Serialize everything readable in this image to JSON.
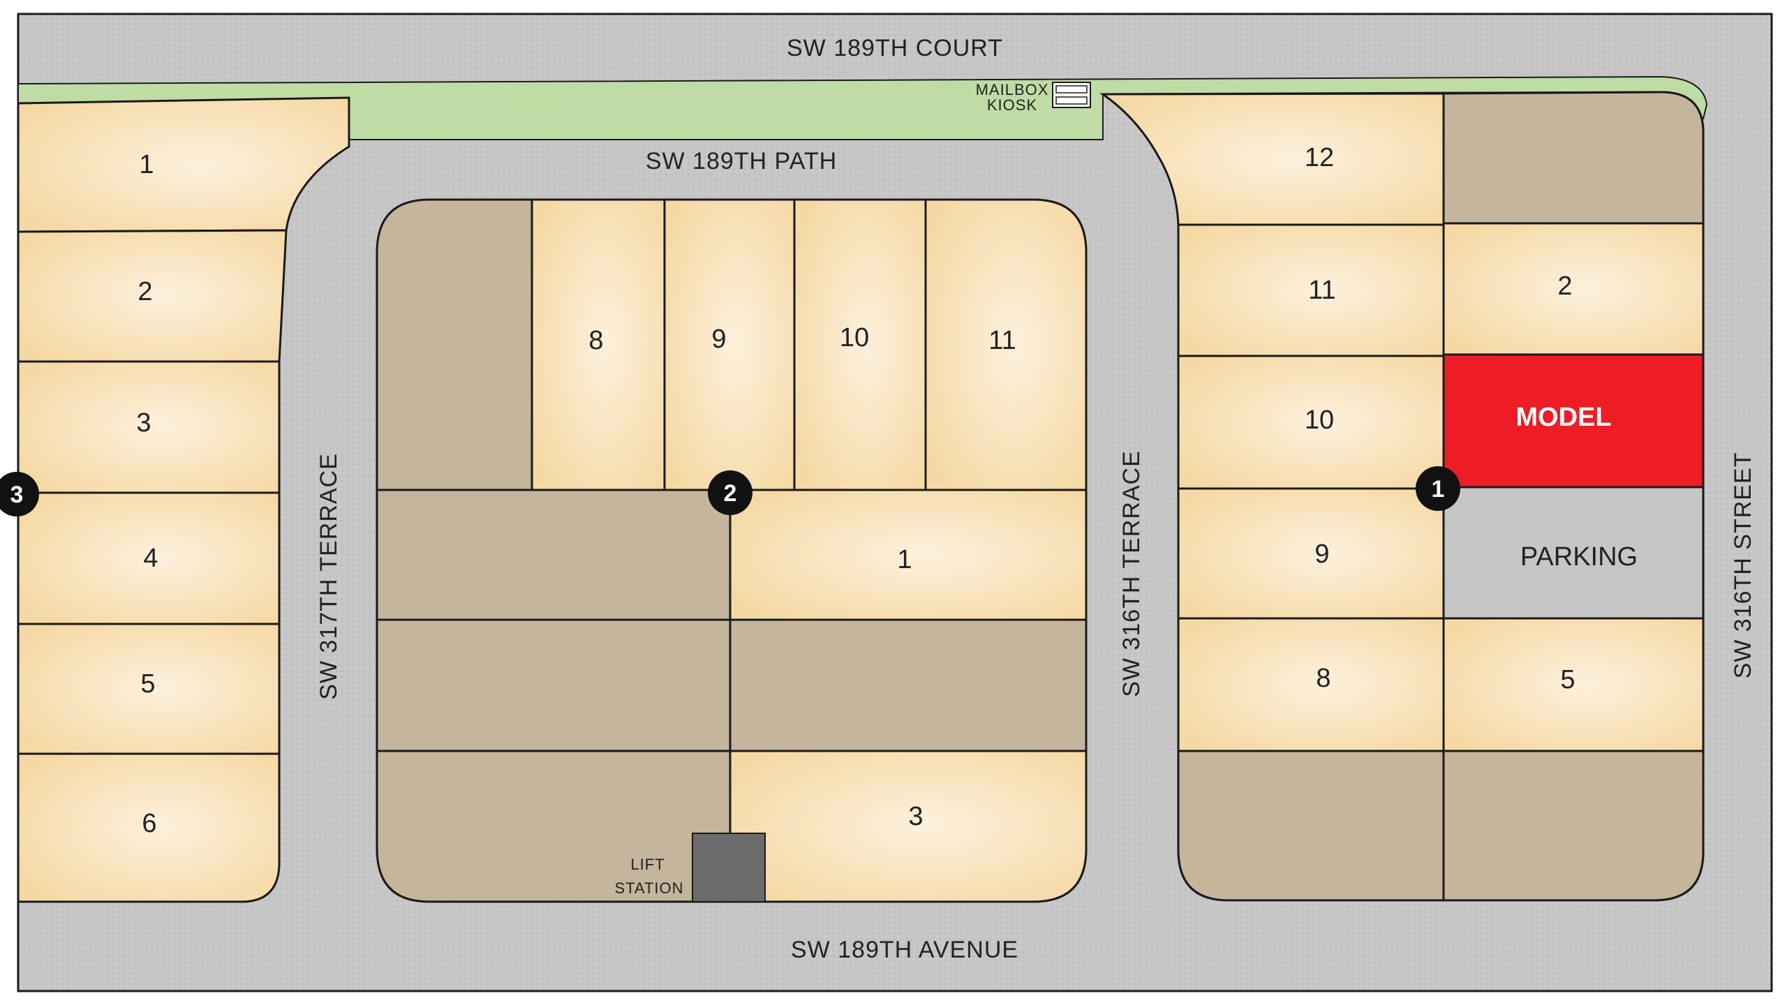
{
  "streets": {
    "top": "SW 189TH COURT",
    "bottom": "SW 189TH AVENUE",
    "inner_top": "SW 189TH PATH",
    "left_vertical": "SW 317TH TERRACE",
    "middle_vertical": "SW 316TH TERRACE",
    "right_vertical": "SW 316TH STREET"
  },
  "features": {
    "mailbox_line1": "MAILBOX",
    "mailbox_line2": "KIOSK",
    "lift_line1": "LIFT",
    "lift_line2": "STATION",
    "parking": "PARKING",
    "model": "MODEL"
  },
  "lots": {
    "left": [
      "1",
      "2",
      "3",
      "4",
      "5",
      "6"
    ],
    "center_top": [
      "8",
      "9",
      "10",
      "11"
    ],
    "center_mid": "1",
    "center_bottom": "3",
    "right_left": [
      "12",
      "11",
      "10",
      "9",
      "8"
    ],
    "right_right_top": "2",
    "right_right_bottom": "5"
  },
  "markers": [
    "1",
    "2",
    "3"
  ],
  "colors": {
    "road": "#c7c7c7",
    "lot_available": "#f6dcaa",
    "lot_unavailable": "#c4b59c",
    "model": "#ee1c25",
    "parking": "#c6c6c6",
    "green": "#bfdca5",
    "lift_station": "#6b6b6b",
    "marker": "#111111"
  }
}
